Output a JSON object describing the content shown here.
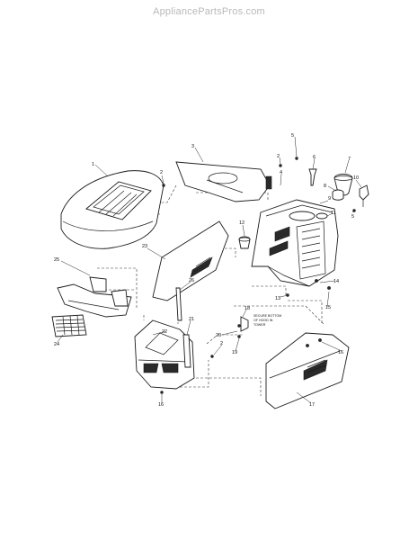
{
  "watermark": "AppliancePartsPros.com",
  "callouts": [
    "1",
    "2",
    "3",
    "2",
    "4",
    "5",
    "6",
    "7",
    "8",
    "9",
    "10",
    "5",
    "11",
    "12",
    "23",
    "26",
    "25",
    "24",
    "22",
    "21",
    "20",
    "18",
    "19",
    "2",
    "13",
    "14",
    "15",
    "16",
    "16",
    "17"
  ],
  "note": [
    "SECURE BOTTOM",
    "OF HOOD IN",
    "TOWER"
  ]
}
